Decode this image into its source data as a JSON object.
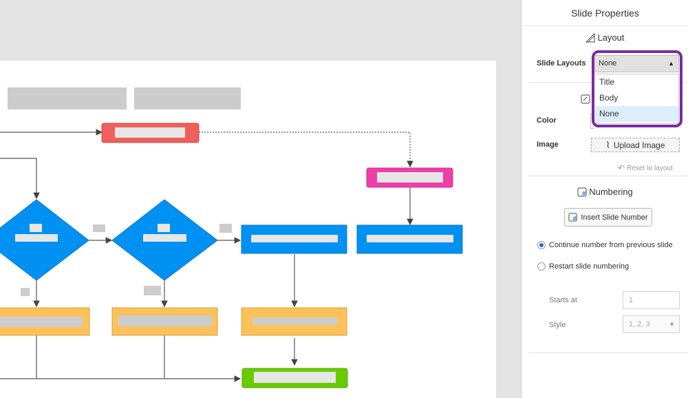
{
  "panel": {
    "title": "Slide Properties",
    "layout": {
      "heading": "Layout",
      "slide_layouts_label": "Slide Layouts",
      "selected": "None",
      "options": [
        "Title",
        "Body",
        "None"
      ]
    },
    "background": {
      "color_label": "Color",
      "image_label": "Image",
      "upload_label": "Upload Image",
      "reset_label": "Reset to layout"
    },
    "numbering": {
      "heading": "Numbering",
      "insert_button": "Insert Slide Number",
      "continue_label": "Continue number from previous slide",
      "restart_label": "Restart slide numbering",
      "starts_at_label": "Starts at",
      "starts_at_value": "1",
      "style_label": "Style",
      "style_value": "1, 2, 3"
    }
  },
  "colors": {
    "accent": "#7b2b9e",
    "process_blue": "#0091f2",
    "decision_blue": "#0091f2",
    "start_red": "#f15f5c",
    "pink": "#ee3fa8",
    "orange": "#fbc25a",
    "green": "#66cc00",
    "placeholder_gray": "#cccccc"
  }
}
